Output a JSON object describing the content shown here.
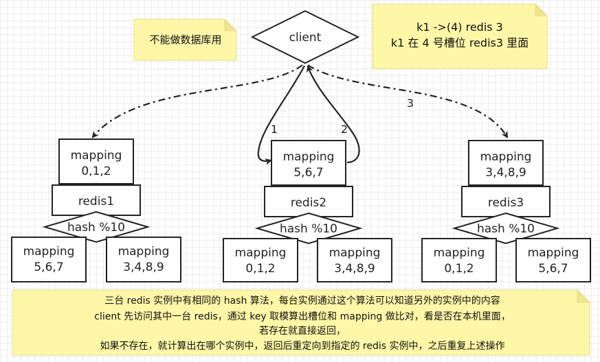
{
  "client": {
    "label": "client"
  },
  "notes": {
    "left": "不能做数据库用",
    "right": [
      "k1 ->(4) redis 3",
      "k1 在 4 号槽位 redis3 里面"
    ],
    "bottom": [
      "三台 redis 实例中有相同的 hash 算法，每台实例通过这个算法可以知道另外的实例中的内容",
      "client 先访问其中一台 redis，通过 key 取模算出槽位和 mapping 做比对，看是否在本机里面，",
      "若存在就直接返回，",
      "如果不存在，就计算出在哪个实例中，返回后重定向到指定的 redis 实例中，之后重复上述操作"
    ]
  },
  "arrows": {
    "step1": "1",
    "step2": "2",
    "step3": "3"
  },
  "nodes": [
    {
      "redis": "redis1",
      "mapping": [
        "mapping",
        "0,1,2"
      ],
      "hash": "hash %10",
      "sub_left": [
        "mapping",
        "5,6,7"
      ],
      "sub_right": [
        "mapping",
        "3,4,8,9"
      ]
    },
    {
      "redis": "redis2",
      "mapping": [
        "mapping",
        "5,6,7"
      ],
      "hash": "hash %10",
      "sub_left": [
        "mapping",
        "0,1,2"
      ],
      "sub_right": [
        "mapping",
        "3,4,8,9"
      ]
    },
    {
      "redis": "redis3",
      "mapping": [
        "mapping",
        "3,4,8,9"
      ],
      "hash": "hash %10",
      "sub_left": [
        "mapping",
        "0,1,2"
      ],
      "sub_right": [
        "mapping",
        "5,6,7"
      ]
    }
  ]
}
